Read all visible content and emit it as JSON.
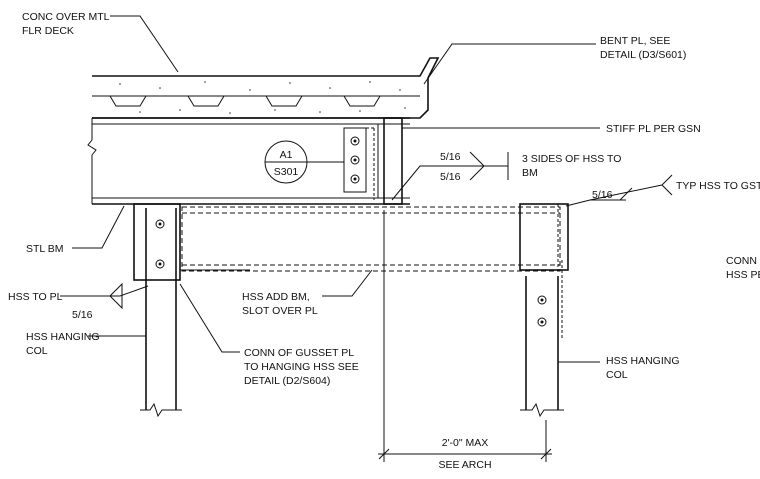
{
  "labels": {
    "conc_deck": [
      "CONC OVER MTL",
      "FLR DECK"
    ],
    "bent_pl": [
      "BENT PL, SEE",
      "DETAIL (D3/S601)"
    ],
    "stiff_pl": "STIFF PL PER GSN",
    "section_ref": {
      "top": "A1",
      "bottom": "S301"
    },
    "weld_3_sides": {
      "size_top": "5/16",
      "size_bottom": "5/16",
      "text": [
        "3 SIDES OF HSS TO",
        "BM"
      ]
    },
    "weld_typ": {
      "size": "5/16",
      "text": "TYP HSS TO GST"
    },
    "stl_bm": "STL BM",
    "conn_cut": [
      "CONN O",
      "HSS PE"
    ],
    "hss_to_pl": {
      "text": "HSS TO PL",
      "size": "5/16"
    },
    "hss_hanging_left": [
      "HSS HANGING",
      "COL"
    ],
    "hss_add_bm": [
      "HSS ADD BM,",
      "SLOT OVER PL"
    ],
    "conn_gusset": [
      "CONN OF GUSSET PL",
      "TO HANGING HSS SEE",
      "DETAIL (D2/S604)"
    ],
    "hss_hanging_right": [
      "HSS HANGING",
      "COL"
    ],
    "dimension": {
      "value": "2'-0\" MAX",
      "note": "SEE ARCH"
    }
  }
}
